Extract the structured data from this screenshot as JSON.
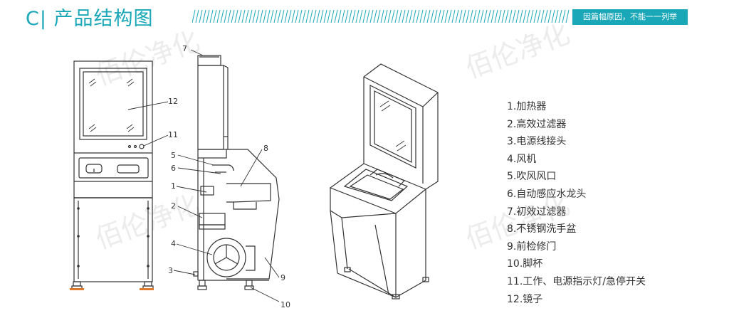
{
  "header": {
    "title": "C| 产品结构图",
    "badge": "因篇幅原因，不能一一列举"
  },
  "watermark": "佰伦净化",
  "callouts": [
    "1",
    "2",
    "3",
    "4",
    "5",
    "6",
    "7",
    "8",
    "9",
    "10",
    "11",
    "12"
  ],
  "legend": [
    "1.加热器",
    "2.高效过滤器",
    "3.电源线接头",
    "4.风机",
    "5.吹风风口",
    "6.自动感应水龙头",
    "7.初效过滤器",
    "8.不锈钢洗手盆",
    "9.前检修门",
    "10.脚杯",
    "11.工作、电源指示灯/急停开关",
    "12.镜子"
  ],
  "colors": {
    "accent": "#1aa7b8",
    "line": "#333333",
    "watermark": "#dcdcdc"
  }
}
